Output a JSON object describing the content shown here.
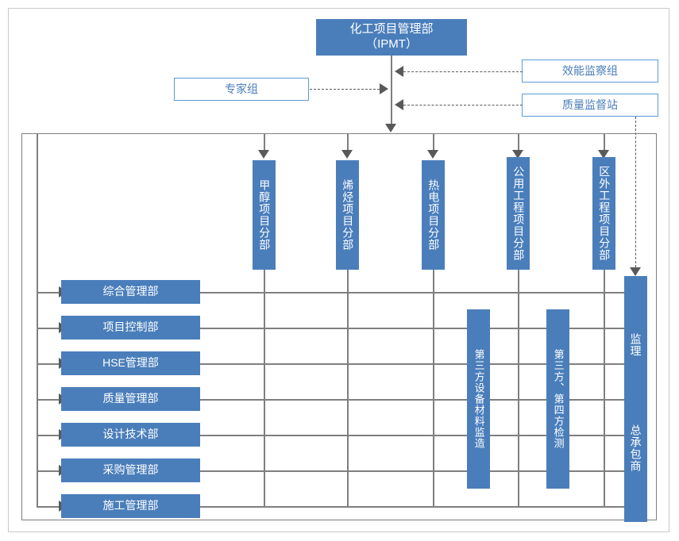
{
  "diagram": {
    "title_box": {
      "label": "化工项目管理部\n（IPMT）",
      "line1": "化工项目管理部",
      "line2": "（IPMT）"
    },
    "side_boxes": [
      {
        "id": "expert-group",
        "label": "专家组",
        "side": "left"
      },
      {
        "id": "efficiency-supervision-group",
        "label": "效能监察组",
        "side": "right"
      },
      {
        "id": "quality-supervision-station",
        "label": "质量监督站",
        "side": "right"
      }
    ],
    "project_divisions": [
      {
        "id": "methanol-division",
        "label": "甲醇项目分部"
      },
      {
        "id": "olefin-division",
        "label": "烯烃项目分部"
      },
      {
        "id": "thermal-power-division",
        "label": "热电项目分部"
      },
      {
        "id": "utility-engineering-division",
        "label": "公用工程项目分部"
      },
      {
        "id": "offsite-engineering-division",
        "label": "区外工程项目分部"
      }
    ],
    "departments": [
      {
        "id": "general-management",
        "label": "综合管理部"
      },
      {
        "id": "project-control",
        "label": "项目控制部"
      },
      {
        "id": "hse-management",
        "label": "HSE管理部"
      },
      {
        "id": "quality-management",
        "label": "质量管理部"
      },
      {
        "id": "design-technology",
        "label": "设计技术部"
      },
      {
        "id": "procurement-management",
        "label": "采购管理部"
      },
      {
        "id": "construction-management",
        "label": "施工管理部"
      }
    ],
    "third_party_columns": [
      {
        "id": "third-party-equipment-supervision",
        "label": "第三方设备材料监造"
      },
      {
        "id": "third-fourth-party-inspection",
        "label": "第三方、第四方检测"
      }
    ],
    "right_column": {
      "id": "supervision-contractor",
      "upper_label": "监理",
      "lower_label": "总承包商"
    },
    "colors": {
      "fill_blue": "#4a7ebb",
      "outline_blue": "#5b9bd5",
      "text_blue": "#4a7ebb",
      "line_gray": "#7f7f7f",
      "frame_gray": "#c9c9c9",
      "white": "#ffffff"
    }
  }
}
